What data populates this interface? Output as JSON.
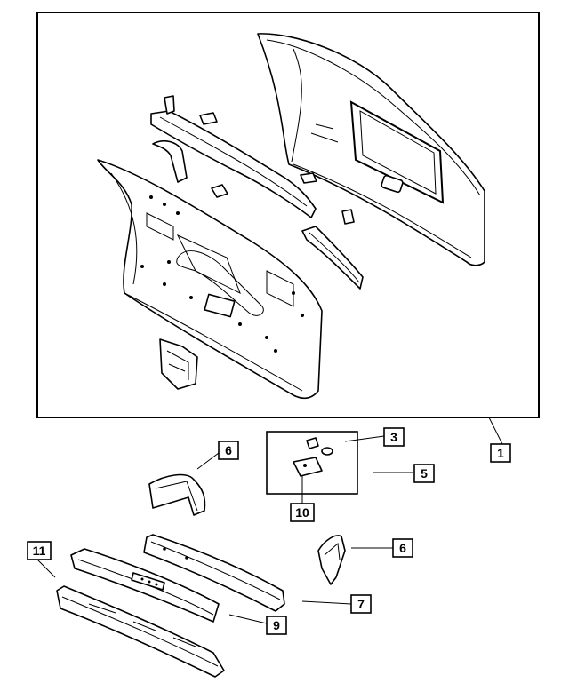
{
  "callouts": {
    "c1": "1",
    "c3": "3",
    "c5": "5",
    "c6a": "6",
    "c6b": "6",
    "c7": "7",
    "c9": "9",
    "c10": "10",
    "c11": "11"
  },
  "colors": {
    "line": "#000000",
    "background": "#ffffff"
  }
}
